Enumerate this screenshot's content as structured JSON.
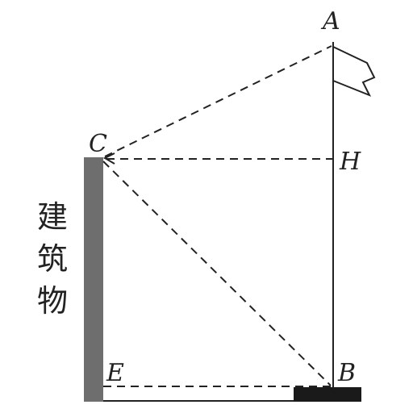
{
  "labels": {
    "A": "A",
    "B": "B",
    "C": "C",
    "E": "E",
    "H": "H",
    "building_chars": [
      "建",
      "筑",
      "物"
    ]
  },
  "colors": {
    "ink": "#222222",
    "building": "#6e6e6e",
    "base_block": "#1a1a1a",
    "background": "#ffffff"
  }
}
